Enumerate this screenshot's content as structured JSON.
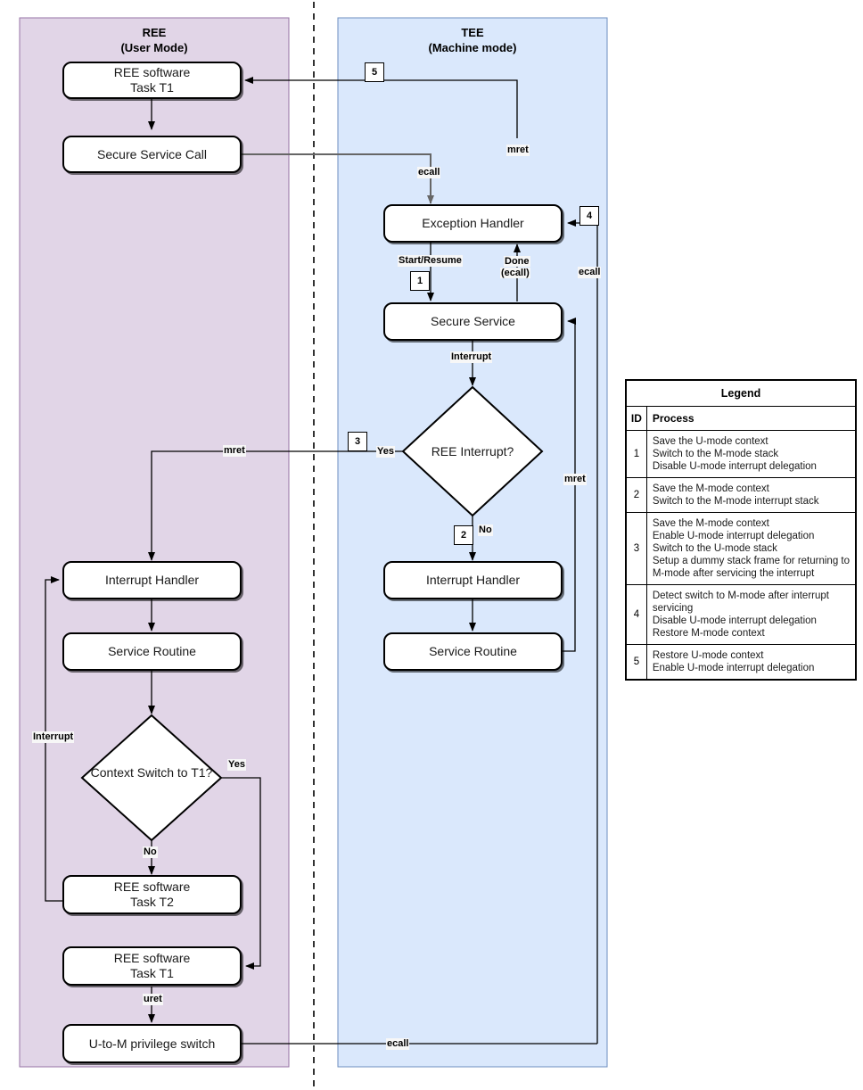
{
  "lanes": {
    "ree": {
      "title": "REE",
      "subtitle": "(User Mode)",
      "color": "#e1d5e7"
    },
    "tee": {
      "title": "TEE",
      "subtitle": "(Machine mode)",
      "color": "#dae8fc"
    }
  },
  "nodes": {
    "ree_task_t1_top_l1": "REE software",
    "ree_task_t1_top_l2": "Task T1",
    "secure_service_call": "Secure Service Call",
    "exception_handler": "Exception Handler",
    "secure_service": "Secure Service",
    "ree_interrupt_q": "REE Interrupt?",
    "tee_interrupt_handler": "Interrupt Handler",
    "tee_service_routine": "Service Routine",
    "ree_interrupt_handler": "Interrupt Handler",
    "ree_service_routine": "Service Routine",
    "context_switch_q_l1": "Context Switch",
    "context_switch_q_l2": "to T1?",
    "ree_task_t2_l1": "REE software",
    "ree_task_t2_l2": "Task T2",
    "ree_task_t1_bot_l1": "REE software",
    "ree_task_t1_bot_l2": "Task T1",
    "u_to_m_switch": "U-to-M privilege switch"
  },
  "edge_labels": {
    "ecall_call": "ecall",
    "mret_top": "mret",
    "start_resume": "Start/Resume",
    "done_l1": "Done",
    "done_l2": "(ecall)",
    "ecall_right": "ecall",
    "interrupt_tee": "Interrupt",
    "yes_ree_interrupt": "Yes",
    "no_ree_interrupt": "No",
    "mret_left": "mret",
    "mret_right": "mret",
    "interrupt_ree_loop": "Interrupt",
    "yes_context_switch": "Yes",
    "no_context_switch": "No",
    "uret": "uret",
    "ecall_bottom": "ecall"
  },
  "badges": {
    "b1": "1",
    "b2": "2",
    "b3": "3",
    "b4": "4",
    "b5": "5"
  },
  "legend": {
    "title": "Legend",
    "header": {
      "id": "ID",
      "process": "Process"
    },
    "rows": [
      {
        "id": "1",
        "lines": [
          "Save the U-mode context",
          "Switch to the M-mode stack",
          "Disable U-mode interrupt delegation"
        ]
      },
      {
        "id": "2",
        "lines": [
          "Save the M-mode context",
          "Switch to the M-mode interrupt stack"
        ]
      },
      {
        "id": "3",
        "lines": [
          "Save the M-mode context",
          "Enable U-mode interrupt delegation",
          "Switch to the U-mode stack",
          "Setup a dummy stack frame for returning to",
          "M-mode after servicing the interrupt"
        ]
      },
      {
        "id": "4",
        "lines": [
          "Detect switch to M-mode after interrupt",
          "servicing",
          "Disable U-mode interrupt delegation",
          "Restore M-mode context"
        ]
      },
      {
        "id": "5",
        "lines": [
          "Restore U-mode context",
          "Enable U-mode interrupt delegation"
        ]
      }
    ]
  }
}
